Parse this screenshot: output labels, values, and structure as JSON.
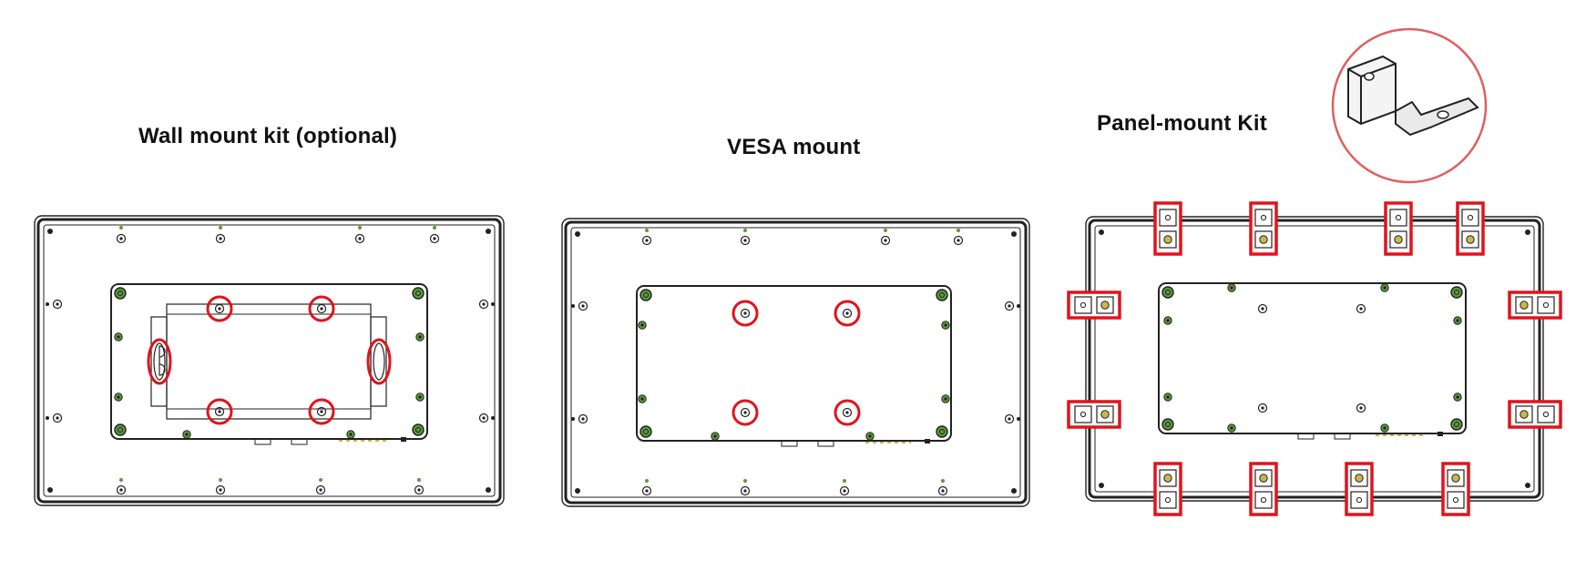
{
  "titles": {
    "wall": "Wall mount kit (optional)",
    "vesa": "VESA mount",
    "panel": "Panel-mount Kit"
  },
  "colors": {
    "highlight": "#e0141c",
    "line": "#222222",
    "screw_green": "#5a9a3a",
    "background": "#ffffff"
  },
  "icons": {
    "bracket_detail": "panel-mount-bracket-icon",
    "screw": "screw-hole-icon"
  }
}
